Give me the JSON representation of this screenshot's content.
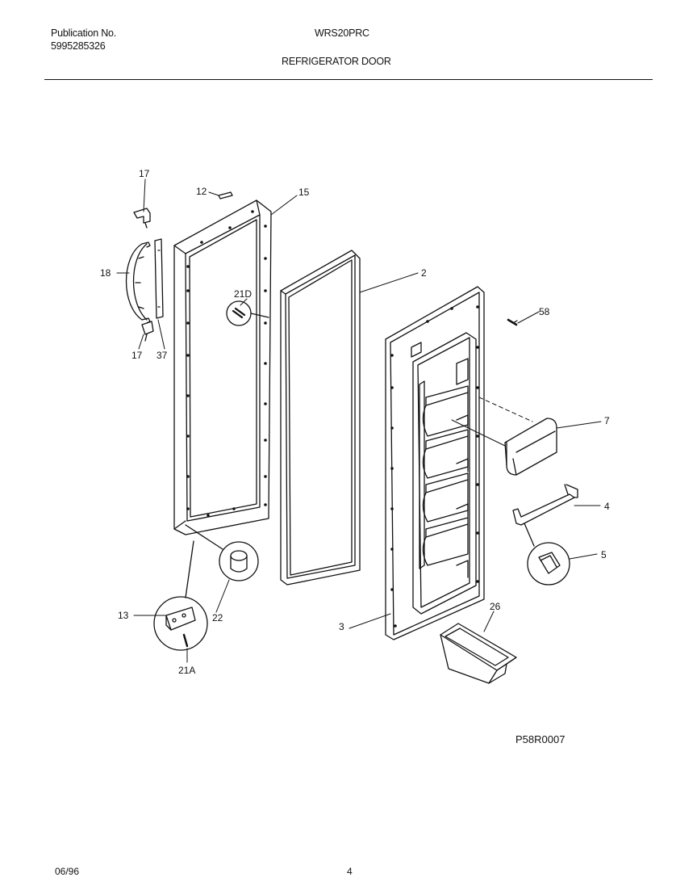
{
  "header": {
    "publication_label": "Publication No.",
    "publication_number": "5995285326",
    "model": "WRS20PRC",
    "section": "REFRIGERATOR DOOR"
  },
  "parts": {
    "p17_top": "17",
    "p12": "12",
    "p15": "15",
    "p18": "18",
    "p21d": "21D",
    "p2": "2",
    "p58": "58",
    "p17_bottom": "17",
    "p37": "37",
    "p7": "7",
    "p4": "4",
    "p5": "5",
    "p13": "13",
    "p22": "22",
    "p26": "26",
    "p3": "3",
    "p21a": "21A"
  },
  "reference_code": "P58R0007",
  "footer": {
    "date": "06/96",
    "page": "4"
  }
}
